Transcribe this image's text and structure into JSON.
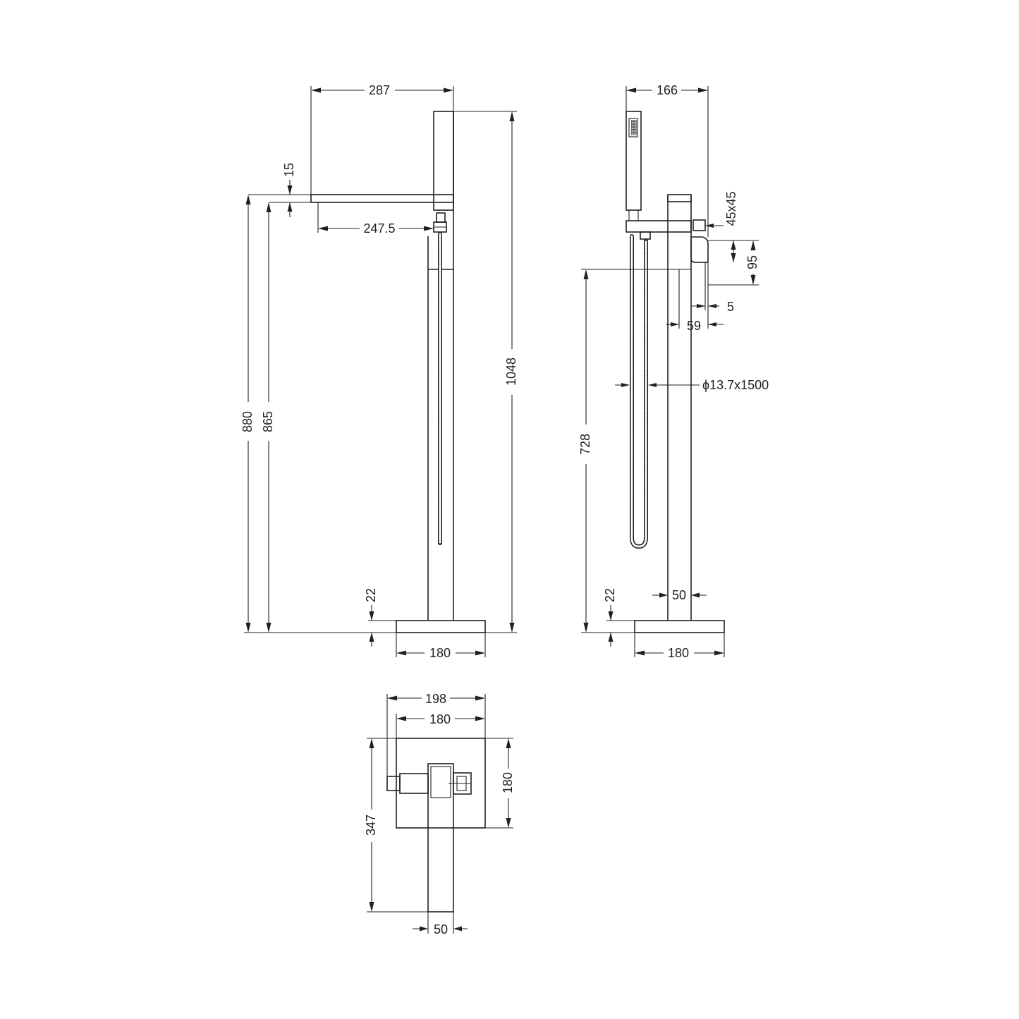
{
  "drawing": {
    "line_color": "#231f20",
    "background": "#ffffff",
    "front_view": {
      "dim_overall_width": "287",
      "dim_spout_thickness": "15",
      "dim_spout_reach": "247.5",
      "dim_overall_height": "1048",
      "dim_spout_top_height": "880",
      "dim_spout_outlet_height": "865",
      "dim_base_thickness": "22",
      "dim_base_width": "180"
    },
    "side_view": {
      "dim_overall_depth": "166",
      "dim_body_section": "45x45",
      "dim_handle_height": "95",
      "dim_handle_offset": "5",
      "dim_handle_depth": "59",
      "dim_hose": "ϕ13.7x1500",
      "dim_spout_height": "728",
      "dim_base_thickness": "22",
      "dim_column_width": "50",
      "dim_base_width": "180"
    },
    "top_view": {
      "dim_overall_width": "198",
      "dim_base_width": "180",
      "dim_base_depth": "180",
      "dim_overall_length": "347",
      "dim_column_width": "50"
    }
  }
}
